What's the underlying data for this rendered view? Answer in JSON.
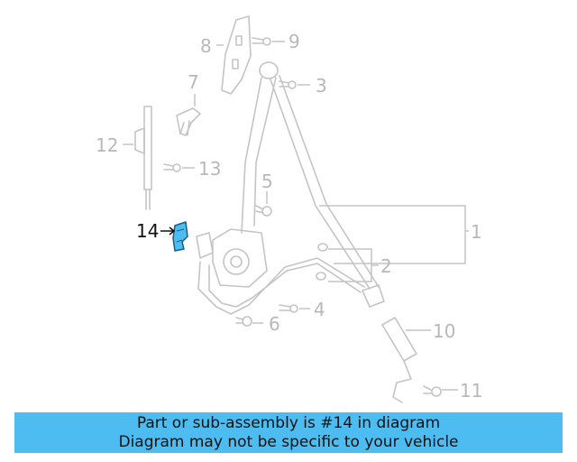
{
  "diagram": {
    "highlight_color": "#4cbcf1",
    "callouts": [
      {
        "id": "1",
        "label": "1"
      },
      {
        "id": "2",
        "label": "2"
      },
      {
        "id": "3",
        "label": "3"
      },
      {
        "id": "4",
        "label": "4"
      },
      {
        "id": "5",
        "label": "5"
      },
      {
        "id": "6",
        "label": "6"
      },
      {
        "id": "7",
        "label": "7"
      },
      {
        "id": "8",
        "label": "8"
      },
      {
        "id": "9",
        "label": "9"
      },
      {
        "id": "10",
        "label": "10"
      },
      {
        "id": "11",
        "label": "11"
      },
      {
        "id": "12",
        "label": "12"
      },
      {
        "id": "13",
        "label": "13"
      },
      {
        "id": "14",
        "label": "14",
        "highlighted": true
      }
    ]
  },
  "banner": {
    "line1": "Part or sub-assembly is #14 in diagram",
    "line2": "Diagram may not be specific to your vehicle",
    "background": "#4cbcf1"
  }
}
